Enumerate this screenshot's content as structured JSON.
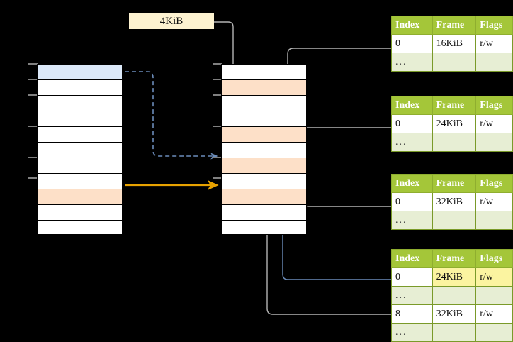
{
  "diagram": {
    "background": "#000000",
    "title_label": {
      "text": "4KiB",
      "bg": "#fdf2d0"
    },
    "columns": [
      {
        "name": "virtual-memory-column",
        "rows": 11,
        "highlights": [
          {
            "index": 0,
            "color": "#dce9f9",
            "kind": "blue"
          },
          {
            "index": 8,
            "color": "#fde0c8",
            "kind": "orange"
          }
        ]
      },
      {
        "name": "physical-memory-column",
        "rows": 11,
        "highlights": [
          {
            "index": 1,
            "color": "#fde0c8",
            "kind": "orange"
          },
          {
            "index": 4,
            "color": "#fde0c8",
            "kind": "orange"
          },
          {
            "index": 6,
            "color": "#fde0c8",
            "kind": "orange"
          },
          {
            "index": 8,
            "color": "#fde0c8",
            "kind": "orange"
          }
        ]
      }
    ],
    "page_tables": [
      {
        "name": "page-table-1",
        "headers": [
          "Index",
          "Frame",
          "Flags"
        ],
        "rows": [
          {
            "cells": [
              "0",
              "16KiB",
              "r/w"
            ],
            "alt": false,
            "highlight": []
          },
          {
            "cells": [
              "...",
              "",
              ""
            ],
            "alt": true,
            "highlight": []
          }
        ]
      },
      {
        "name": "page-table-2",
        "headers": [
          "Index",
          "Frame",
          "Flags"
        ],
        "rows": [
          {
            "cells": [
              "0",
              "24KiB",
              "r/w"
            ],
            "alt": false,
            "highlight": []
          },
          {
            "cells": [
              "...",
              "",
              ""
            ],
            "alt": true,
            "highlight": []
          }
        ]
      },
      {
        "name": "page-table-3",
        "headers": [
          "Index",
          "Frame",
          "Flags"
        ],
        "rows": [
          {
            "cells": [
              "0",
              "32KiB",
              "r/w"
            ],
            "alt": false,
            "highlight": []
          },
          {
            "cells": [
              "...",
              "",
              ""
            ],
            "alt": true,
            "highlight": []
          }
        ]
      },
      {
        "name": "page-table-4",
        "headers": [
          "Index",
          "Frame",
          "Flags"
        ],
        "rows": [
          {
            "cells": [
              "0",
              "24KiB",
              "r/w"
            ],
            "alt": false,
            "highlight": [
              1,
              2
            ]
          },
          {
            "cells": [
              "...",
              "",
              ""
            ],
            "alt": true,
            "highlight": []
          },
          {
            "cells": [
              "8",
              "32KiB",
              "r/w"
            ],
            "alt": false,
            "highlight": []
          },
          {
            "cells": [
              "...",
              "",
              ""
            ],
            "alt": true,
            "highlight": []
          }
        ]
      }
    ],
    "connectors": {
      "blue_dashed": "virtual-row-0 to physical-row-6",
      "orange_solid": "virtual-row-8 to physical-row-8",
      "gray_size_to_physical_row1": "4KiB label to physical-row-1",
      "gray_table1_to_physical_row4": "page-table-1 row 0 to physical-row-4",
      "gray_table2_to_physical_row6": "page-table-2 row 0 to physical-row-6",
      "gray_table3_to_physical_row8": "page-table-3 row 0 to physical-row-8",
      "gray_table4_row8_to_physical_row8": "page-table-4 row 8 to physical-row-8",
      "blue_table4_row0_to_physical_row6": "page-table-4 row 0 to physical-row-6"
    },
    "colors": {
      "header_green": "#a4c639",
      "alt_row_green": "#e7eed4",
      "blue_highlight": "#dce9f9",
      "orange_highlight": "#fde0c8",
      "yellow_highlight": "#fbf4a0",
      "arrow_gray": "#b3b3b3",
      "arrow_blue": "#6b8cba",
      "arrow_orange": "#e8a200",
      "label_cream": "#fdf2d0"
    }
  }
}
